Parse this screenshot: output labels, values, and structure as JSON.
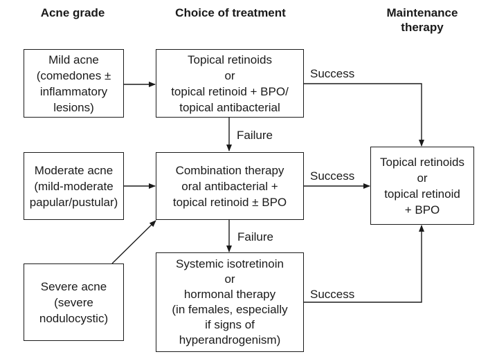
{
  "headings": {
    "grade": "Acne grade",
    "treatment": "Choice of treatment",
    "maintenance": [
      "Maintenance",
      "therapy"
    ]
  },
  "grades": {
    "mild": [
      "Mild acne",
      "(comedones ±",
      "inflammatory",
      "lesions)"
    ],
    "moderate": [
      "Moderate acne",
      "(mild-moderate",
      "papular/pustular)"
    ],
    "severe": [
      "Severe acne",
      "(severe",
      "nodulocystic)"
    ]
  },
  "treatments": {
    "first": [
      "Topical retinoids",
      "or",
      "topical retinoid + BPO/",
      "topical antibacterial"
    ],
    "combination": [
      "Combination therapy",
      "oral antibacterial +",
      "topical retinoid ± BPO"
    ],
    "systemic": [
      "Systemic isotretinoin",
      "or",
      "hormonal therapy",
      "(in females, especially",
      "if signs of",
      "hyperandrogenism)"
    ]
  },
  "maintenance_box": [
    "Topical retinoids",
    "or",
    "topical retinoid",
    "+ BPO"
  ],
  "edge_labels": {
    "success_1": "Success",
    "success_2": "Success",
    "success_3": "Success",
    "failure_1": "Failure",
    "failure_2": "Failure"
  }
}
